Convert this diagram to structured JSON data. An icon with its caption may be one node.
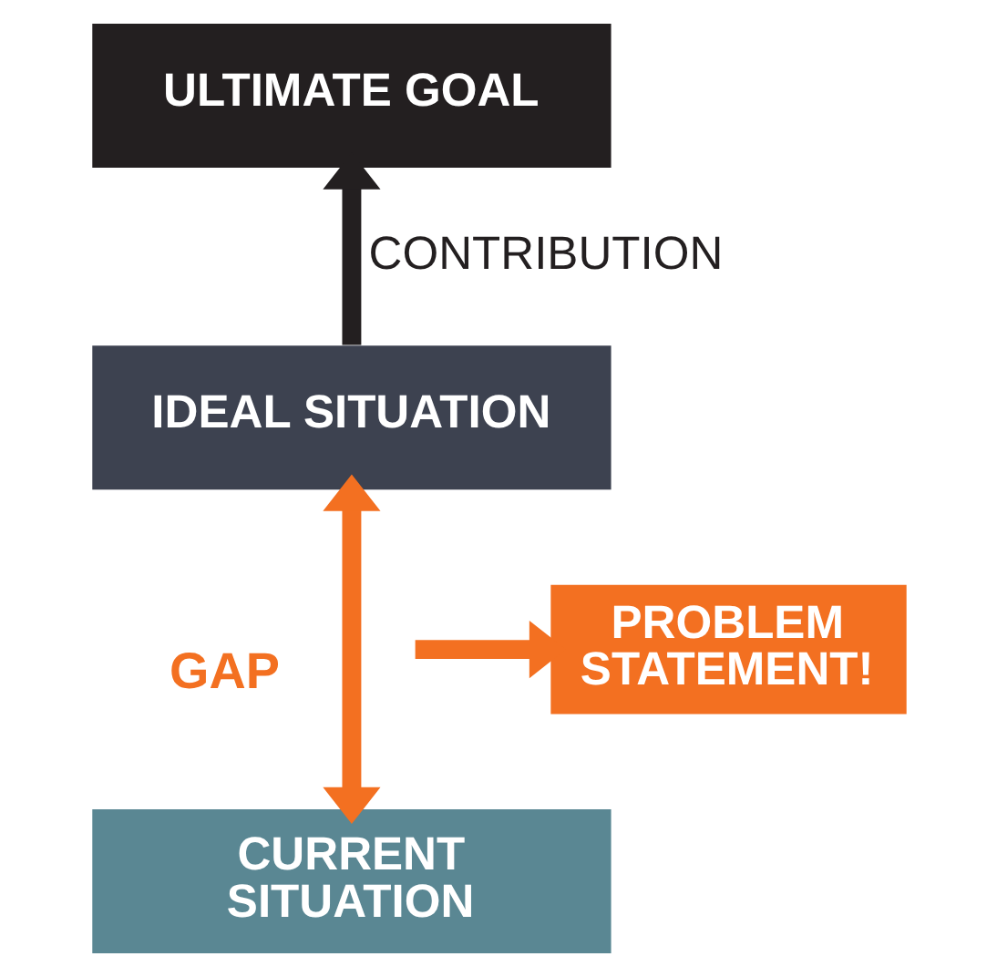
{
  "diagram": {
    "nodes": [
      {
        "text": [
          "ULTIMATE GOAL"
        ]
      },
      {
        "text": [
          "IDEAL SITUATION"
        ]
      },
      {
        "text": [
          "PROBLEM STATEMENT!"
        ]
      },
      {
        "text": [
          "CURRENT SITUATION"
        ]
      }
    ],
    "edges": [
      {
        "from": 1,
        "to": 0,
        "arrow": "to",
        "label": "CONTRIBUTION",
        "color": "#231f20"
      },
      {
        "from": 3,
        "to": 1,
        "arrow": "both",
        "label": "GAP",
        "color": "#f37021"
      },
      {
        "from": null,
        "to": 2,
        "arrow": "to",
        "color": "#f37021"
      }
    ]
  }
}
